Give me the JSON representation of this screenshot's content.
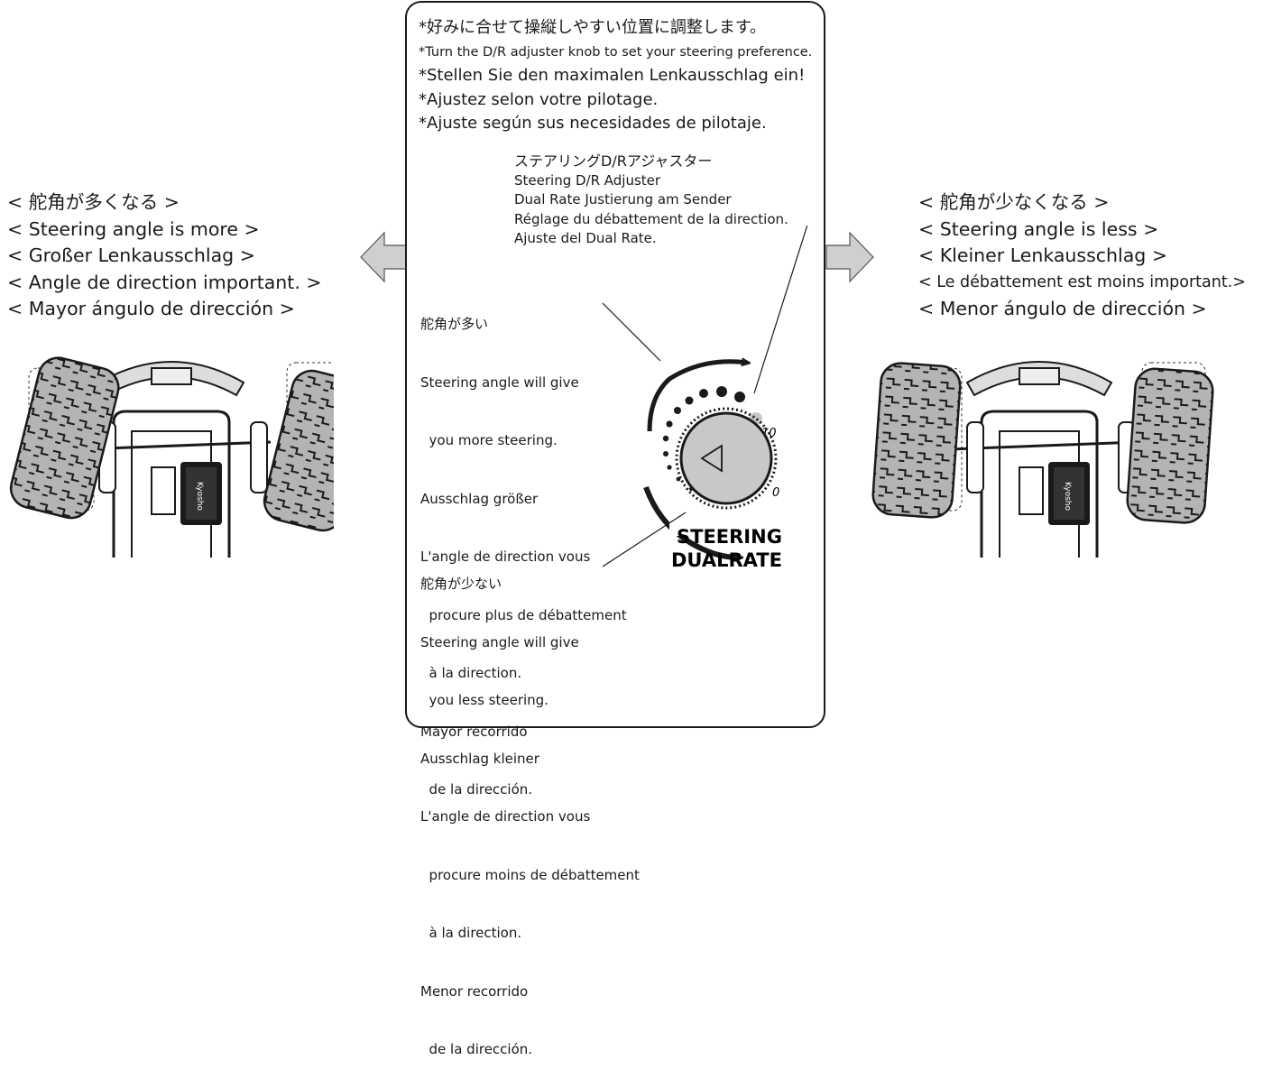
{
  "header_lines": [
    "*好みに合せて操縦しやすい位置に調整します。",
    "*Turn the D/R adjuster knob to set your steering preference.",
    "*Stellen Sie den maximalen Lenkausschlag ein!",
    "*Ajustez selon votre pilotage.",
    "*Ajuste según sus necesidades de pilotaje."
  ],
  "adjuster_lines": [
    "ステアリングD/Rアジャスター",
    "Steering D/R Adjuster",
    "Dual Rate Justierung am Sender",
    "Réglage du débattement de la direction.",
    "Ajuste del Dual Rate."
  ],
  "more_note_lines": [
    "舵角が多い",
    "Steering angle will give",
    "  you more steering.",
    "Ausschlag größer",
    "L'angle de direction vous",
    "  procure plus de débattement",
    "  à la direction.",
    "Mayor recorrido",
    "  de la dirección."
  ],
  "less_note_lines": [
    "舵角が少ない",
    "Steering angle will give",
    "  you less steering.",
    "Ausschlag kleiner",
    "L'angle de direction vous",
    "  procure moins de débattement",
    "  à la direction.",
    "Menor recorrido",
    "  de la dirección."
  ],
  "left_caption": [
    "< 舵角が多くなる >",
    "< Steering angle is more >",
    "< Großer Lenkausschlag >",
    "< Angle de direction important. >",
    "< Mayor ángulo de dirección >"
  ],
  "right_caption": [
    "< 舵角が少なくなる >",
    "< Steering angle is less >",
    "< Kleiner Lenkausschlag >",
    "< Le débattement est moins important.>",
    "< Menor ángulo de dirección >"
  ],
  "dial": {
    "scale_max": "10",
    "scale_min": "0",
    "label_line1": "STEERING",
    "label_line2": "DUALRATE"
  },
  "vehicle_badge": "Kyosho",
  "colors": {
    "ink": "#1a1a1a",
    "arrow_fill": "#cfcfcf",
    "knob_fill": "#c8c8c8",
    "tire_fill": "#b4b4b4"
  }
}
